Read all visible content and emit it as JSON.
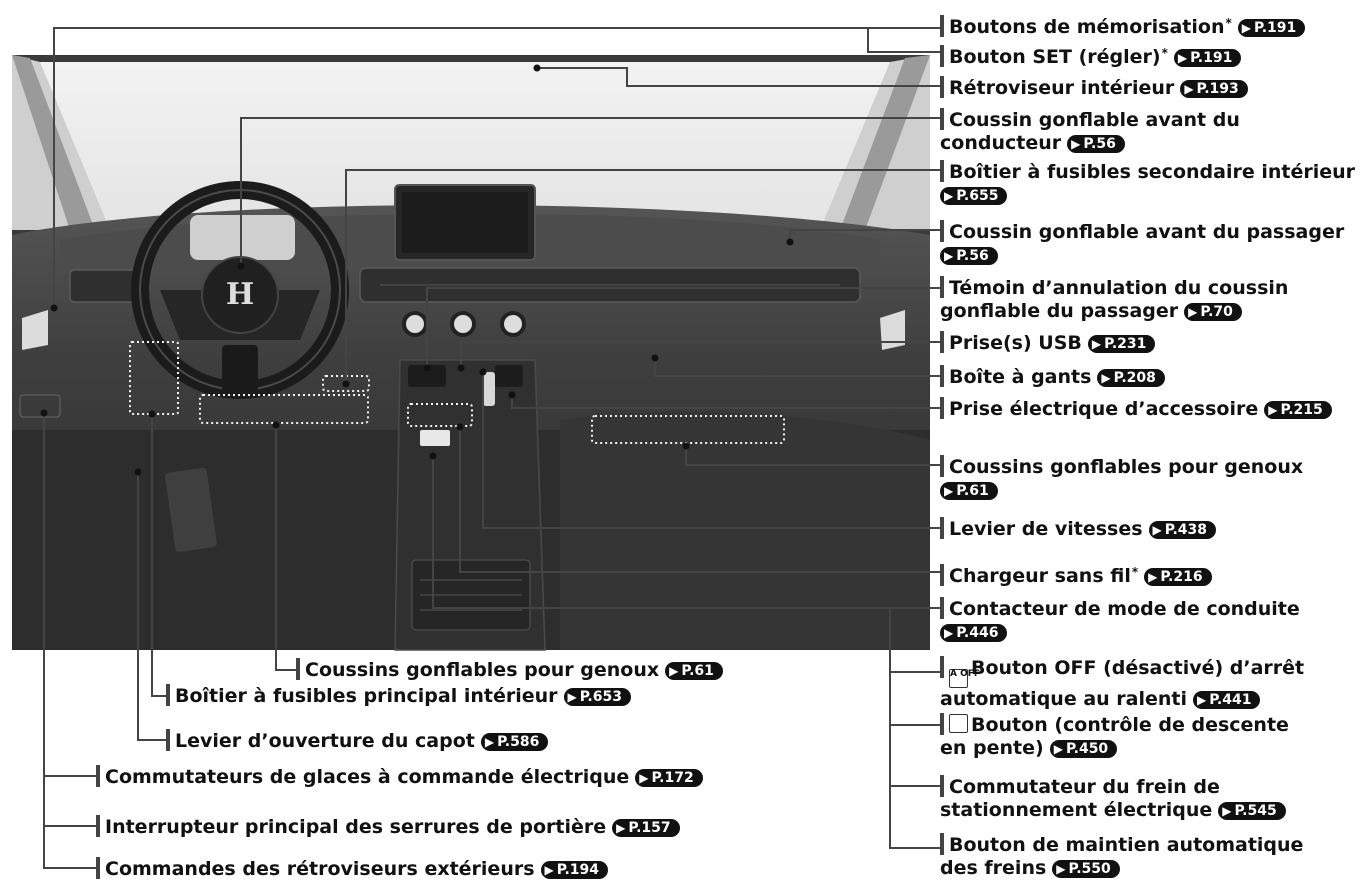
{
  "labels": [
    {
      "id": "memo",
      "lines": [
        "Boutons de mémorisation"
      ],
      "star": true,
      "ref": "P.191"
    },
    {
      "id": "set",
      "lines": [
        "Bouton SET (régler)"
      ],
      "star": true,
      "ref": "P.191"
    },
    {
      "id": "retro",
      "lines": [
        "Rétroviseur intérieur"
      ],
      "ref": "P.193"
    },
    {
      "id": "airbag-driver",
      "lines": [
        "Coussin gonflable avant du",
        "conducteur"
      ],
      "ref": "P.56"
    },
    {
      "id": "fuse-sec",
      "lines": [
        "Boîtier à fusibles secondaire intérieur",
        ""
      ],
      "ref": "P.655"
    },
    {
      "id": "airbag-pass",
      "lines": [
        "Coussin gonflable avant du passager",
        ""
      ],
      "ref": "P.56"
    },
    {
      "id": "airbag-off",
      "lines": [
        "Témoin d’annulation du coussin",
        "gonflable du passager"
      ],
      "ref": "P.70"
    },
    {
      "id": "usb",
      "lines": [
        "Prise(s) USB"
      ],
      "ref": "P.231"
    },
    {
      "id": "glove",
      "lines": [
        "Boîte à gants"
      ],
      "ref": "P.208"
    },
    {
      "id": "acc",
      "lines": [
        "Prise électrique d’accessoire"
      ],
      "ref": "P.215"
    },
    {
      "id": "knee-r",
      "lines": [
        "Coussins gonflables pour genoux",
        ""
      ],
      "ref": "P.61"
    },
    {
      "id": "gear",
      "lines": [
        "Levier de vitesses"
      ],
      "ref": "P.438"
    },
    {
      "id": "wireless",
      "lines": [
        "Chargeur sans fil"
      ],
      "star": true,
      "ref": "P.216"
    },
    {
      "id": "drive-mode",
      "lines": [
        "Contacteur de mode de conduite",
        ""
      ],
      "ref": "P.446"
    },
    {
      "id": "idle-off",
      "lines": [
        "Bouton OFF (désactivé) d’arrêt",
        "automatique au ralenti"
      ],
      "ref": "P.441",
      "icon": "auto-idle-stop-icon",
      "iconText": "A OFF"
    },
    {
      "id": "hill",
      "lines": [
        "Bouton (contrôle de descente",
        "en pente)"
      ],
      "ref": "P.450",
      "icon": "hill-descent-icon",
      "iconText": ""
    },
    {
      "id": "park-brake",
      "lines": [
        "Commutateur du frein de",
        "stationnement électrique"
      ],
      "ref": "P.545"
    },
    {
      "id": "auto-hold",
      "lines": [
        "Bouton de maintien automatique",
        "des freins"
      ],
      "ref": "P.550"
    },
    {
      "id": "knee-b",
      "lines": [
        "Coussins gonflables pour genoux"
      ],
      "ref": "P.61"
    },
    {
      "id": "fuse-main",
      "lines": [
        "Boîtier à fusibles principal intérieur"
      ],
      "ref": "P.653"
    },
    {
      "id": "hood",
      "lines": [
        "Levier d’ouverture du capot"
      ],
      "ref": "P.586"
    },
    {
      "id": "windows",
      "lines": [
        "Commutateurs de glaces à commande électrique"
      ],
      "ref": "P.172"
    },
    {
      "id": "locks",
      "lines": [
        "Interrupteur principal des serrures de portière"
      ],
      "ref": "P.157"
    },
    {
      "id": "mirrors",
      "lines": [
        "Commandes des rétroviseurs extérieurs"
      ],
      "ref": "P.194"
    }
  ],
  "brand_logo": "H"
}
